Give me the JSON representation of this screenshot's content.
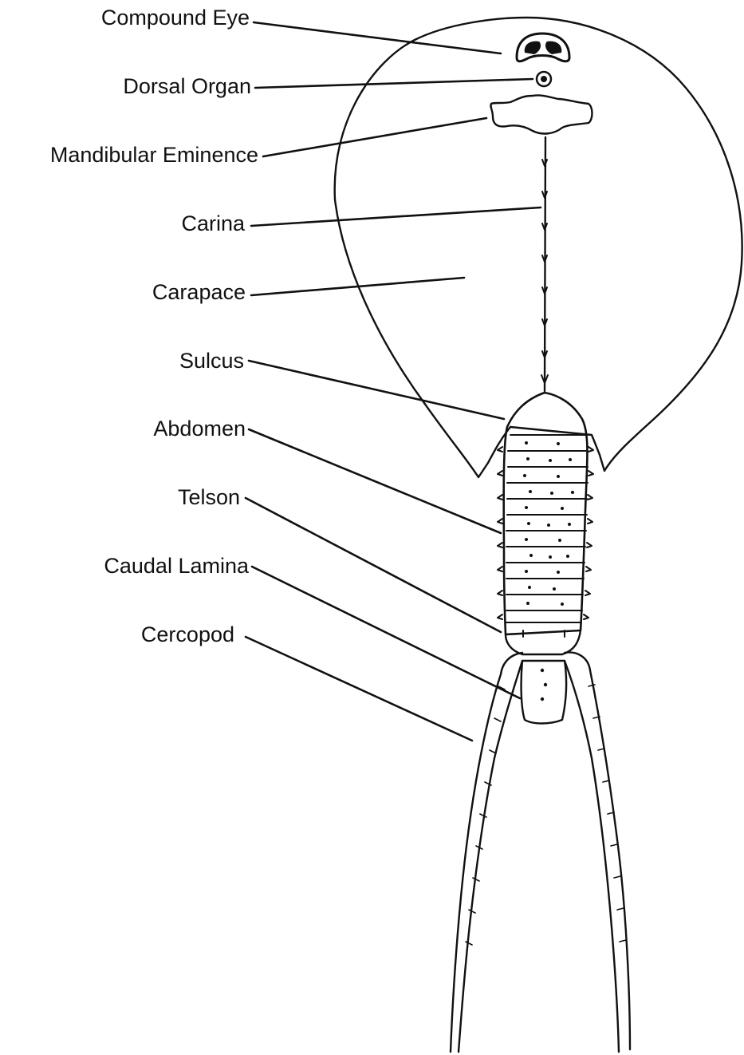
{
  "labels": [
    {
      "key": "compound_eye",
      "text": "Compound Eye"
    },
    {
      "key": "dorsal_organ",
      "text": "Dorsal Organ"
    },
    {
      "key": "mandibular_eminence",
      "text": "Mandibular Eminence"
    },
    {
      "key": "carina",
      "text": "Carina"
    },
    {
      "key": "carapace",
      "text": "Carapace"
    },
    {
      "key": "sulcus",
      "text": "Sulcus"
    },
    {
      "key": "abdomen",
      "text": "Abdomen"
    },
    {
      "key": "telson",
      "text": "Telson"
    },
    {
      "key": "caudal_lamina",
      "text": "Caudal Lamina"
    },
    {
      "key": "cercopod",
      "text": "Cercopod"
    }
  ],
  "colors": {
    "ink": "#111111",
    "background": "#ffffff"
  }
}
